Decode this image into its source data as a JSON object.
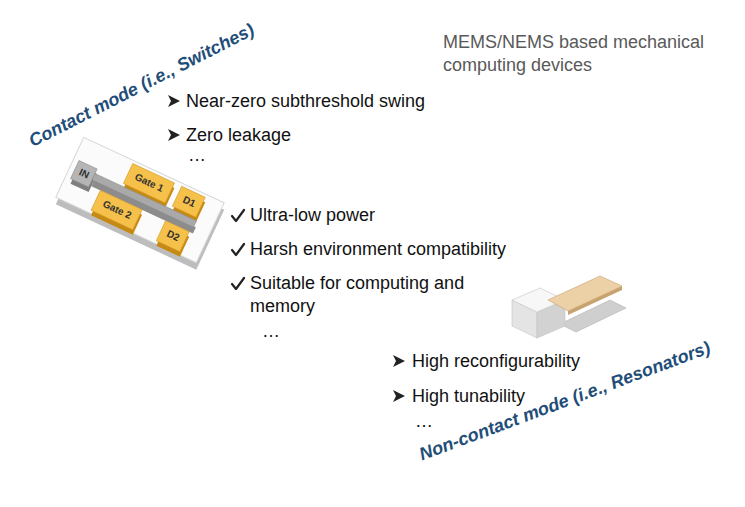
{
  "diagram": {
    "nodes": [
      {
        "text": [
          "MEMS/NEMS based mechanical computing devices"
        ]
      },
      {
        "text": [
          "Contact mode (i.e., Switches)",
          "Near-zero subthreshold swing",
          "Zero leakage",
          "…"
        ],
        "in": 0
      },
      {
        "text": [
          "Non-contact mode (i.e., Resonators)",
          "High reconfigurability",
          "High tunability",
          "…"
        ],
        "in": 0
      }
    ],
    "labels": [
      "Ultra-low power",
      "Harsh environment compatibility",
      "Suitable for computing and memory",
      "…",
      "IN",
      "Gate 1",
      "Gate 2",
      "D1",
      "D2"
    ]
  }
}
